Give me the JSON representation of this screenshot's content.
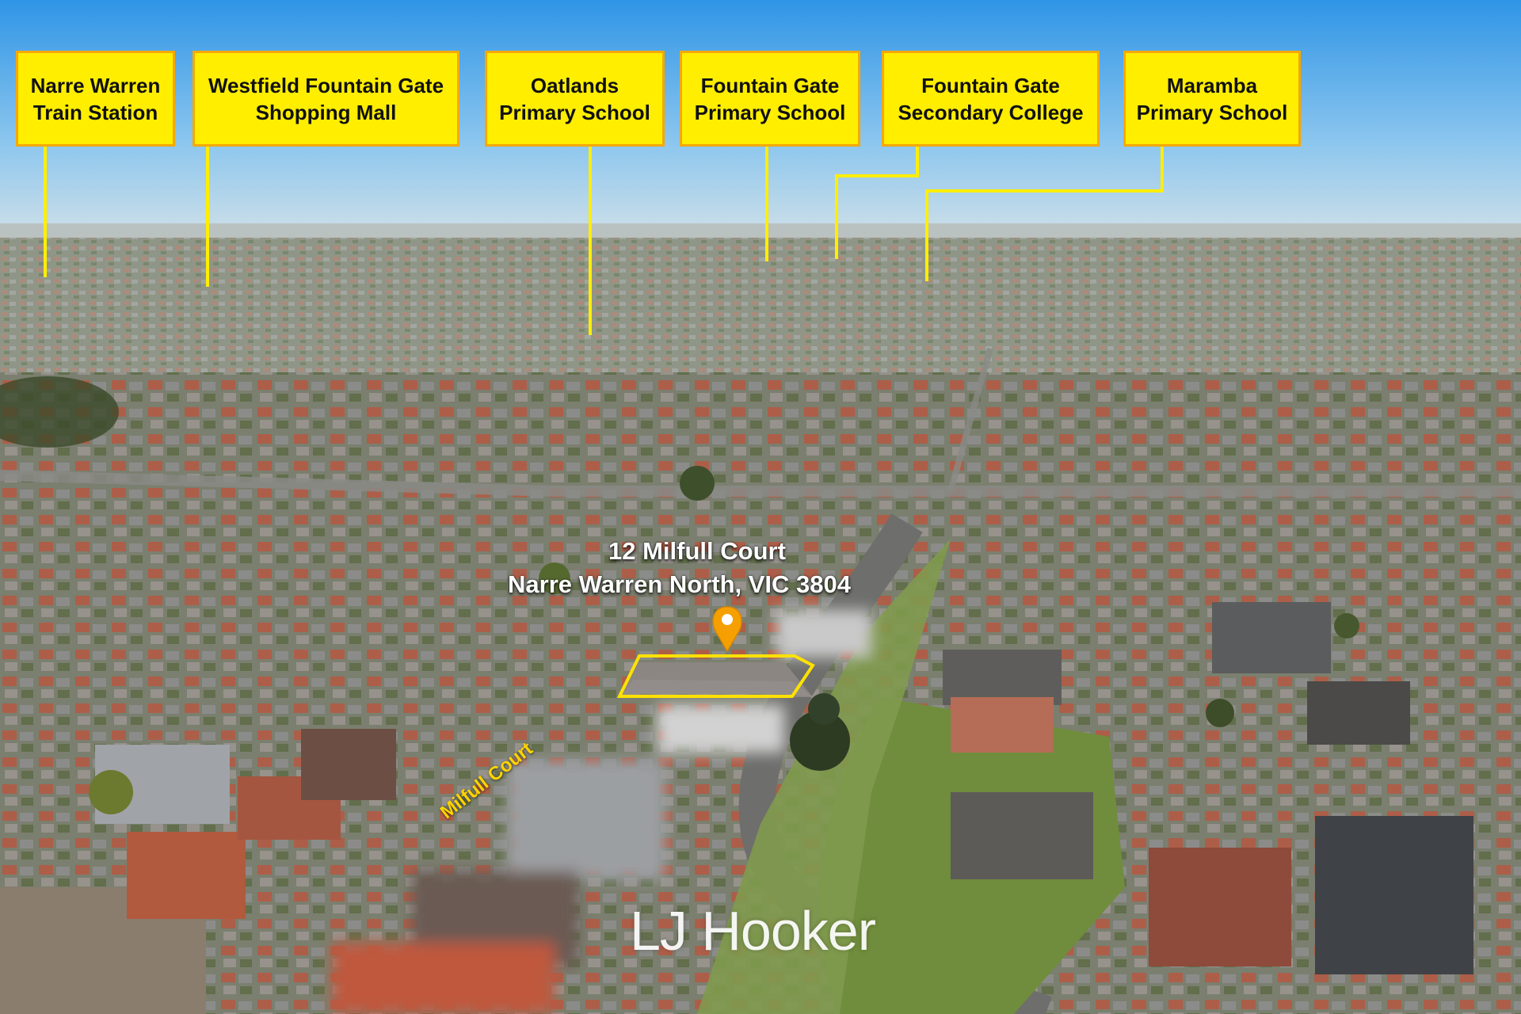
{
  "labels": [
    {
      "text": "Narre Warren\nTrain Station"
    },
    {
      "text": "Westfield Fountain Gate\nShopping Mall"
    },
    {
      "text": "Oatlands\nPrimary School"
    },
    {
      "text": "Fountain Gate\nPrimary School"
    },
    {
      "text": "Fountain Gate\nSecondary College"
    },
    {
      "text": "Maramba\nPrimary School"
    }
  ],
  "property": {
    "address_line1": "12 Milfull Court",
    "address_line2": "Narre Warren North, VIC 3804",
    "street_label": "Milfull Court"
  },
  "brand": {
    "logo_text": "LJ Hooker"
  },
  "colors": {
    "label_fill": "#ffee00",
    "label_border": "#f5a800",
    "connector_line": "#ffee00",
    "pin": "#f5a000",
    "sky": "#2f9be8"
  }
}
